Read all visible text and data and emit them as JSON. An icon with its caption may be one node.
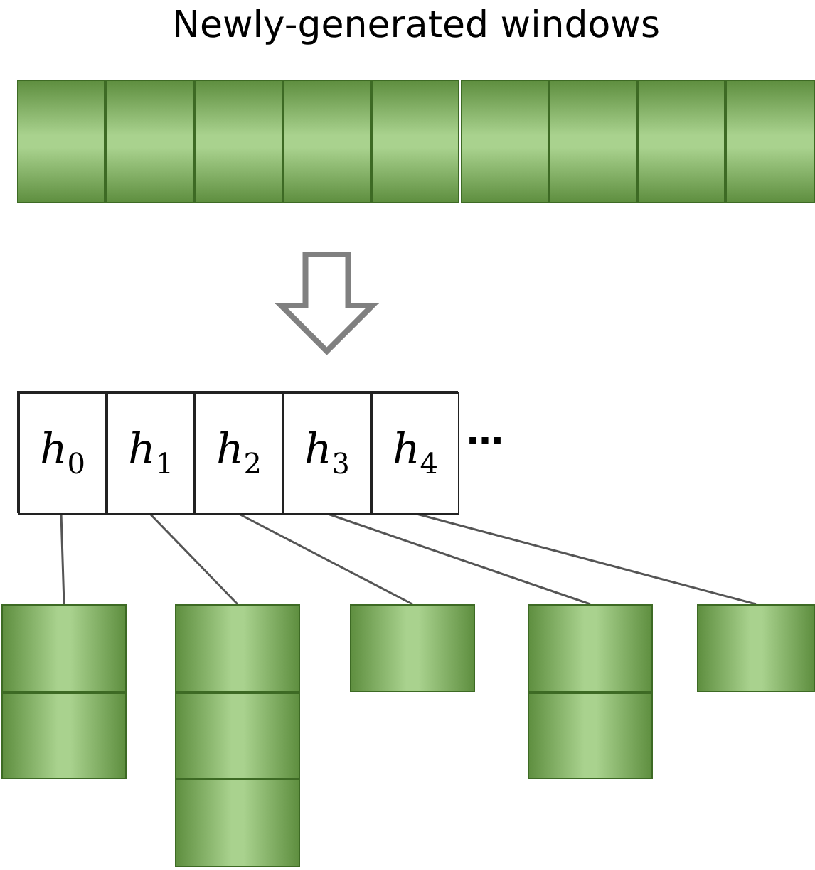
{
  "diagram": {
    "nodes": [
      {
        "text": [
          "Newly-generated windows"
        ]
      },
      {
        "text": [],
        "shape": "box",
        "in": 0
      },
      {
        "text": [],
        "shape": "box",
        "in": 0
      },
      {
        "text": [],
        "shape": "box",
        "in": 0
      },
      {
        "text": [],
        "shape": "box",
        "in": 0
      },
      {
        "text": [],
        "shape": "box",
        "in": 0
      },
      {
        "text": [],
        "shape": "box",
        "in": 0
      },
      {
        "text": [],
        "shape": "box",
        "in": 0
      },
      {
        "text": [],
        "shape": "box",
        "in": 0
      },
      {
        "text": [],
        "shape": "box",
        "in": 0
      },
      {
        "text": [],
        "shape": "box"
      },
      {
        "text": [
          "*h*$_{0}$"
        ],
        "in": 10
      },
      {
        "text": [
          "*h*$_{1}$"
        ],
        "in": 10
      },
      {
        "text": [
          "*h*$_{2}$"
        ],
        "in": 10
      },
      {
        "text": [
          "*h*$_{3}$"
        ],
        "in": 10
      },
      {
        "text": [
          "*h*$_{4}$"
        ],
        "in": 10
      },
      {
        "text": [],
        "shape": "box"
      },
      {
        "text": [],
        "shape": "box"
      },
      {
        "text": [],
        "shape": "box"
      },
      {
        "text": [],
        "shape": "box"
      },
      {
        "text": [],
        "shape": "box"
      },
      {
        "text": [],
        "shape": "box"
      },
      {
        "text": [],
        "shape": "box"
      },
      {
        "text": [],
        "shape": "box"
      },
      {
        "text": [],
        "shape": "box"
      }
    ],
    "edges": [
      {
        "from": 0,
        "to": 10,
        "arrow": "to",
        "style": "thick",
        "color": "#808080"
      },
      {
        "from": 11,
        "to": 16,
        "arrow": "none"
      },
      {
        "from": 12,
        "to": 18,
        "arrow": "none"
      },
      {
        "from": 13,
        "to": 21,
        "arrow": "none"
      },
      {
        "from": 14,
        "to": 22,
        "arrow": "none"
      },
      {
        "from": 15,
        "to": 24,
        "arrow": "none"
      }
    ],
    "labels": [
      "⋯"
    ]
  }
}
